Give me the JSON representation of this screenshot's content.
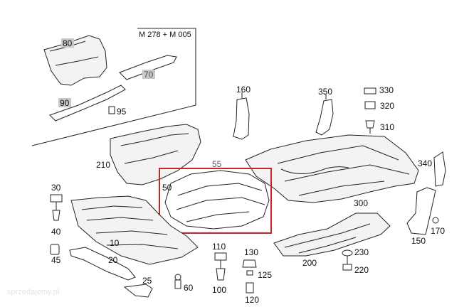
{
  "inset": {
    "title": "M 278 + M 005"
  },
  "watermark": "sprzedajemy.pl",
  "colors": {
    "highlight": "#c8252b",
    "line": "#222222",
    "badge": "#c8c8c8"
  },
  "parts": {
    "p80": "80",
    "p70": "70",
    "p90": "90",
    "p95": "95",
    "p160": "160",
    "p350": "350",
    "p330": "330",
    "p320": "320",
    "p310": "310",
    "p340": "340",
    "p210": "210",
    "p55": "55",
    "p50": "50",
    "p30": "30",
    "p40": "40",
    "p45": "45",
    "p10": "10",
    "p20": "20",
    "p25": "25",
    "p60": "60",
    "p110": "110",
    "p100": "100",
    "p130": "130",
    "p125": "125",
    "p120": "120",
    "p200": "200",
    "p230": "230",
    "p220": "220",
    "p300": "300",
    "p150": "150",
    "p170": "170"
  }
}
